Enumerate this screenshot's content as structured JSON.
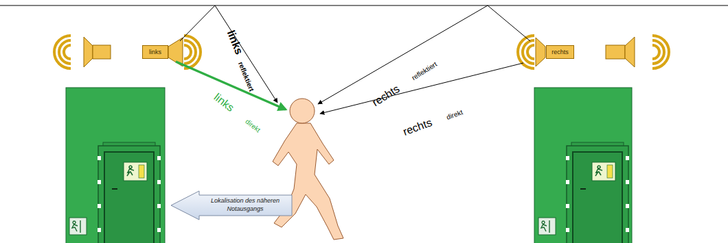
{
  "diagram": {
    "nodes": [
      {
        "text": [
          "links"
        ]
      },
      {
        "text": [
          "rechts"
        ]
      },
      {
        "text": [
          "Lokalisation des näheren Notausgangs"
        ]
      }
    ],
    "labels": [
      "links",
      "reflektiert",
      "links",
      "direkt",
      "rechts",
      "reflektiert",
      "rechts",
      "direkt"
    ]
  }
}
